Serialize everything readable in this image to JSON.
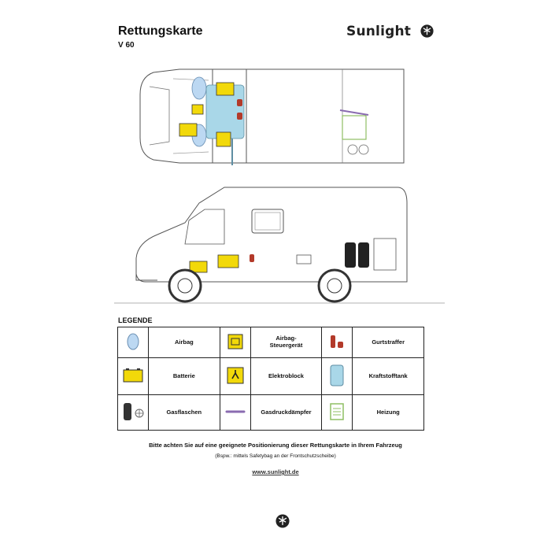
{
  "header": {
    "title": "Rettungskarte",
    "model": "V 60",
    "brand": "Sunlight"
  },
  "legend": {
    "heading": "LEGENDE",
    "rows": [
      [
        {
          "icon": "airbag-icon",
          "label": "Airbag"
        },
        {
          "icon": "airbag-control-unit-icon",
          "label_lines": [
            "Airbag-",
            "Steuergerät"
          ]
        },
        {
          "icon": "seatbelt-tensioner-icon",
          "label": "Gurtstraffer"
        }
      ],
      [
        {
          "icon": "battery-icon",
          "label": "Batterie"
        },
        {
          "icon": "electroblock-icon",
          "label": "Elektroblock"
        },
        {
          "icon": "fuel-tank-icon",
          "label": "Kraftstofftank"
        }
      ],
      [
        {
          "icon": "gas-bottle-icon",
          "label": "Gasflaschen"
        },
        {
          "icon": "gas-damper-icon",
          "label": "Gasdruckdämpfer"
        },
        {
          "icon": "heater-icon",
          "label": "Heizung"
        }
      ]
    ]
  },
  "footer": {
    "notice": "Bitte achten Sie auf eine geeignete Positionierung dieser Rettungskarte in Ihrem Fahrzeug",
    "hint": "(Bspw.: mittels Safetybag an der Frontschutzscheibe)",
    "url": "www.sunlight.de"
  },
  "colors": {
    "airbag": "#bcd8f2",
    "battery": "#f2d90a",
    "fuel_tank": "#a9d7e8",
    "seatbelt": "#b33a2a",
    "heater": "#8fbf63",
    "damper": "#8a6bb0"
  }
}
